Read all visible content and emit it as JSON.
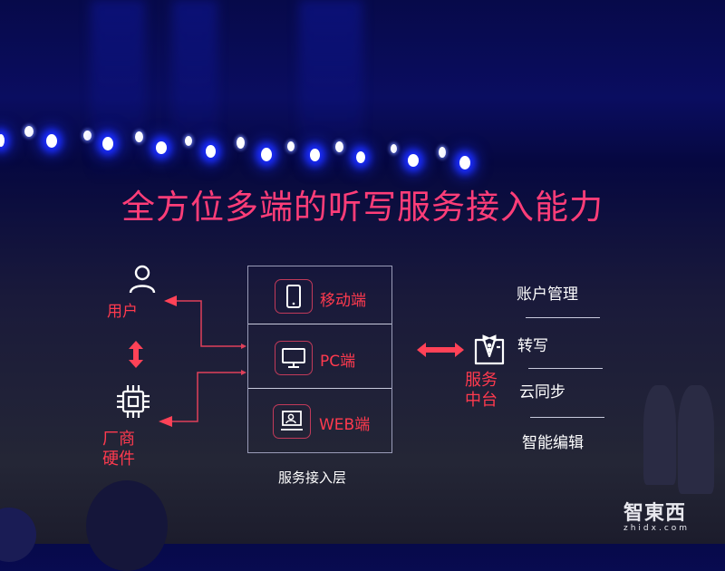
{
  "slide": {
    "title": "全方位多端的听写服务接入能力",
    "colors": {
      "accent_red": "#ff3a4e",
      "title_pink": "#ff3d78",
      "text_white": "#ffffff",
      "background": "#0a0d60"
    }
  },
  "left": {
    "user": {
      "icon": "user-icon",
      "label": "用户"
    },
    "updown_arrow": "double-arrow-vertical-icon",
    "hardware": {
      "icon": "chip-icon",
      "label_line1": "厂商",
      "label_line2": "硬件"
    }
  },
  "access_layer": {
    "caption": "服务接入层",
    "items": [
      {
        "icon": "mobile-phone-icon",
        "label": "移动端"
      },
      {
        "icon": "monitor-icon",
        "label": "PC端"
      },
      {
        "icon": "web-user-icon",
        "label": "WEB端"
      }
    ]
  },
  "middle": {
    "arrow": "double-arrow-horizontal-icon",
    "service": {
      "icon": "tuxedo-icon",
      "label_line1": "服务",
      "label_line2": "中台"
    }
  },
  "features": [
    "账户管理",
    "转写",
    "云同步",
    "智能编辑"
  ],
  "watermark": {
    "main": "智東西",
    "sub": "zhidx.com"
  }
}
